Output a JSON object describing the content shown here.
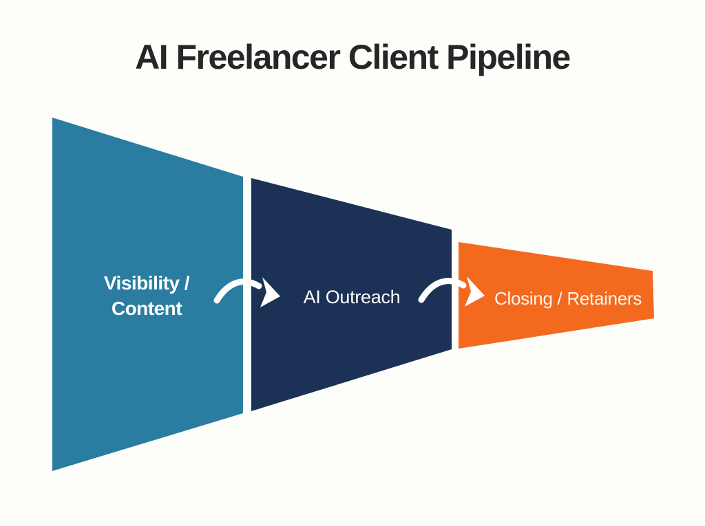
{
  "title": "AI Freelancer Client Pipeline",
  "colors": {
    "background": "#fdfdfa",
    "title_text": "#262626",
    "label_text": "#ffffff",
    "arrow": "#ffffff",
    "stage_teal": "#2a7da1",
    "stage_navy": "#1b3156",
    "stage_orange": "#f3691e"
  },
  "stages": [
    {
      "label": "Visibility / Content",
      "lines": [
        "Visibility /",
        "Content"
      ],
      "color": "#2a7da1"
    },
    {
      "label": "AI Outreach",
      "lines": [
        "AI Outreach",
        ""
      ],
      "color": "#1b3156"
    },
    {
      "label": "Closing / Retainers",
      "lines": [
        "Closing / Retainers",
        ""
      ],
      "color": "#f3691e"
    }
  ]
}
